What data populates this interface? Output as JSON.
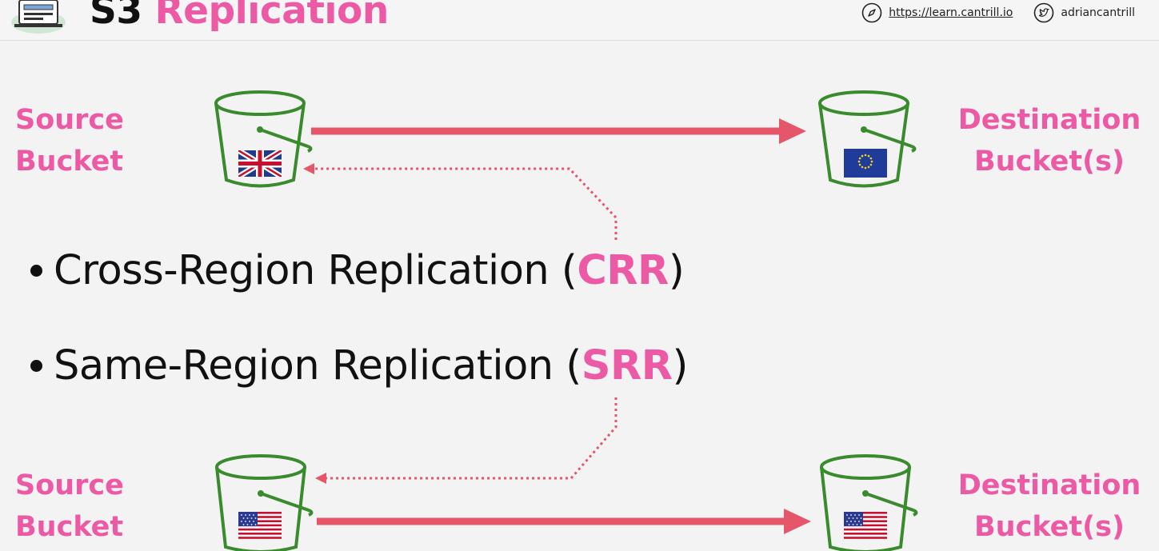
{
  "header": {
    "title_part1": "S3",
    "title_part2": "Replication",
    "website": "https://learn.cantrill.io",
    "twitter": "adriancantrill",
    "icons": [
      "logo-icon",
      "compass-icon",
      "twitter-icon"
    ]
  },
  "crr_row": {
    "source_label_line1": "Source",
    "source_label_line2": "Bucket",
    "destination_label_line1": "Destination",
    "destination_label_line2": "Bucket(s)",
    "source_flag": "uk-flag-icon",
    "destination_flag": "eu-flag-icon"
  },
  "srr_row": {
    "source_label_line1": "Source",
    "source_label_line2": "Bucket",
    "destination_label_line1": "Destination",
    "destination_label_line2": "Bucket(s)",
    "source_flag": "us-flag-icon",
    "destination_flag": "us-flag-icon"
  },
  "bullets": [
    {
      "prefix": "Cross-Region Replication (",
      "highlight": "CRR",
      "suffix": ")"
    },
    {
      "prefix": "Same-Region Replication (",
      "highlight": "SRR",
      "suffix": ")"
    }
  ],
  "colors": {
    "accent": "#ec5aa5",
    "arrow": "#e5566b",
    "bucket": "#3a8a2e",
    "text": "#111111",
    "background": "#f3f3f3"
  }
}
